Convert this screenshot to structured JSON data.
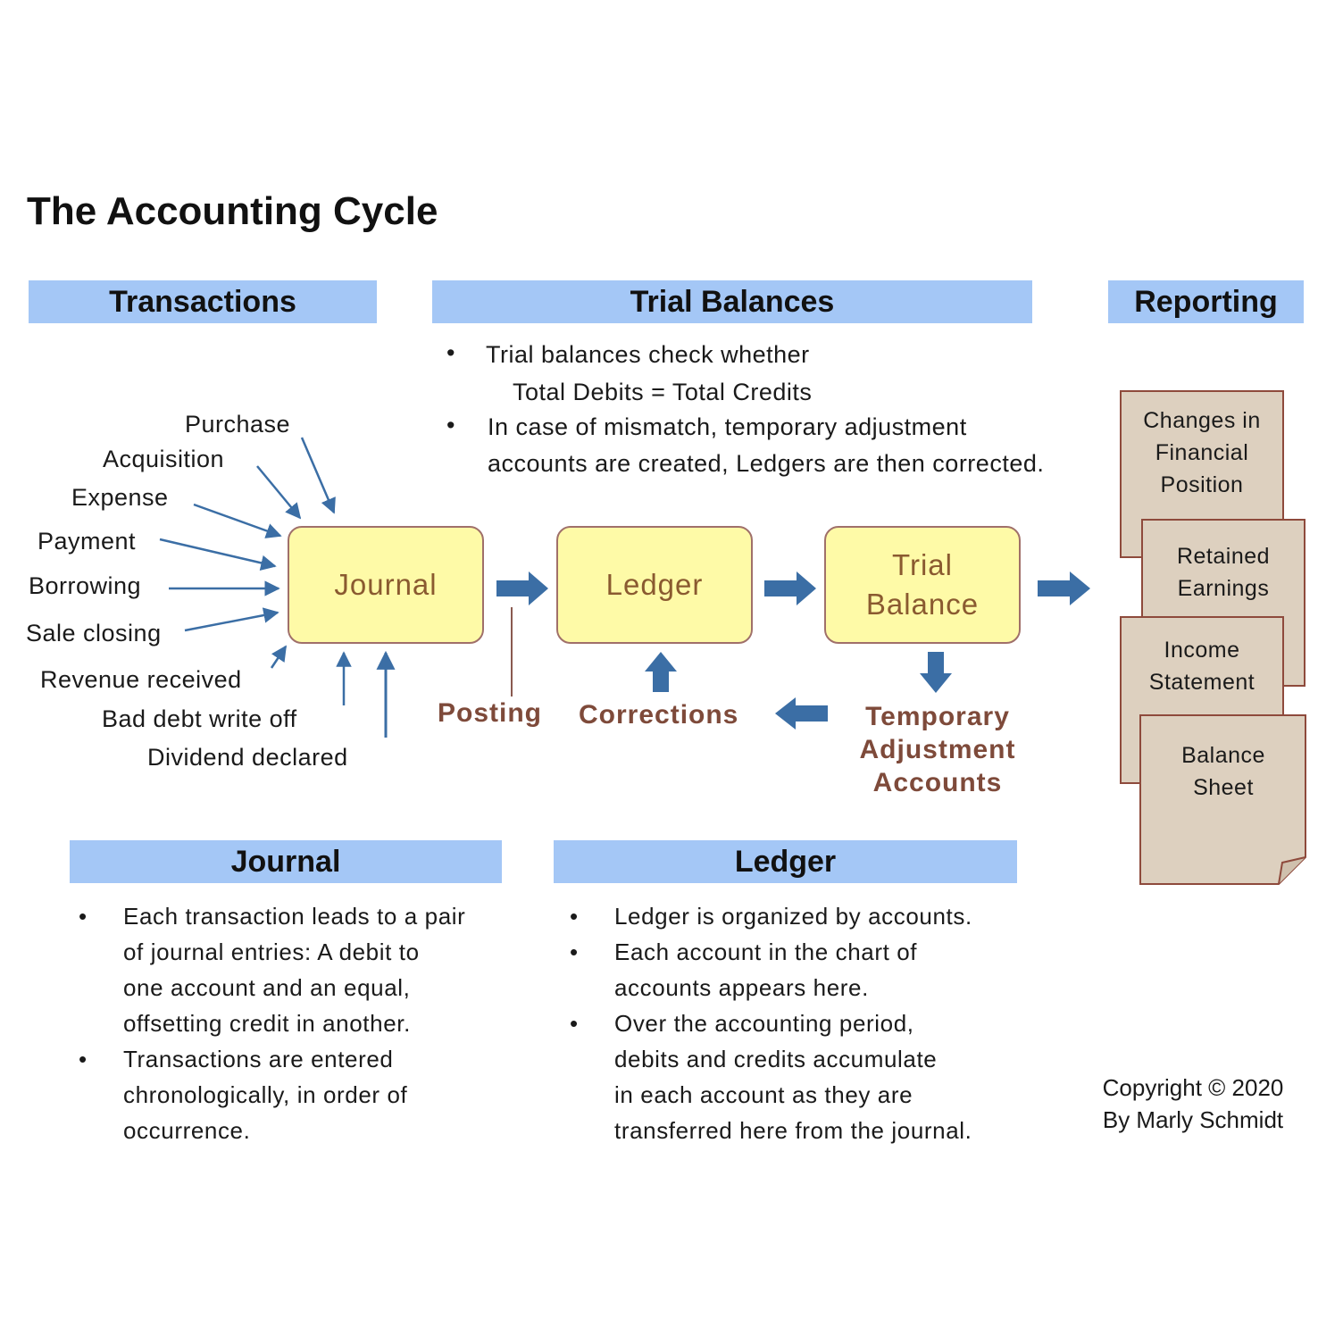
{
  "title": "The Accounting Cycle",
  "bands": {
    "transactions": "Transactions",
    "trial_balances": "Trial Balances",
    "reporting": "Reporting",
    "journal": "Journal",
    "ledger": "Ledger"
  },
  "trial_balances_notes": {
    "line1": "Trial balances check whether",
    "line2": "Total Debits = Total Credits",
    "line3": "In case of mismatch, temporary adjustment",
    "line4": "accounts are created, Ledgers are then corrected."
  },
  "transactions": [
    "Purchase",
    "Acquisition",
    "Expense",
    "Payment",
    "Borrowing",
    "Sale closing",
    "Revenue received",
    "Bad debt write off",
    "Dividend declared"
  ],
  "nodes": {
    "journal": "Journal",
    "ledger": "Ledger",
    "trial_balance_1": "Trial",
    "trial_balance_2": "Balance"
  },
  "flow_labels": {
    "posting": "Posting",
    "corrections": "Corrections",
    "temp_1": "Temporary",
    "temp_2": "Adjustment",
    "temp_3": "Accounts"
  },
  "reports": {
    "changes_1": "Changes in",
    "changes_2": "Financial",
    "changes_3": "Position",
    "retained_1": "Retained",
    "retained_2": "Earnings",
    "income_1": "Income",
    "income_2": "Statement",
    "balance_1": "Balance",
    "balance_2": "Sheet"
  },
  "journal_notes": {
    "b1_l1": "Each transaction leads to a pair",
    "b1_l2": "of journal entries: A debit to",
    "b1_l3": "one account and an equal,",
    "b1_l4": "offsetting credit in another.",
    "b2_l1": "Transactions are entered",
    "b2_l2": "chronologically, in order of",
    "b2_l3": "occurrence."
  },
  "ledger_notes": {
    "b1_l1": "Ledger is organized by accounts.",
    "b2_l1": "Each account in the chart of",
    "b2_l2": "accounts appears here.",
    "b3_l1": "Over the accounting period,",
    "b3_l2": "debits and credits accumulate",
    "b3_l3": "in each account as they are",
    "b3_l4": "transferred here from the journal."
  },
  "copyright": {
    "line1": "Copyright © 2020",
    "line2": "By Marly Schmidt"
  },
  "bullet": "•",
  "colors": {
    "band": "#a4c7f6",
    "node_fill": "#fefaa7",
    "node_border": "#a0706a",
    "arrow": "#3b6ea5",
    "brown_text": "#7e4a3a",
    "doc_fill": "#ddd0bf",
    "doc_border": "#8e4a3c"
  }
}
